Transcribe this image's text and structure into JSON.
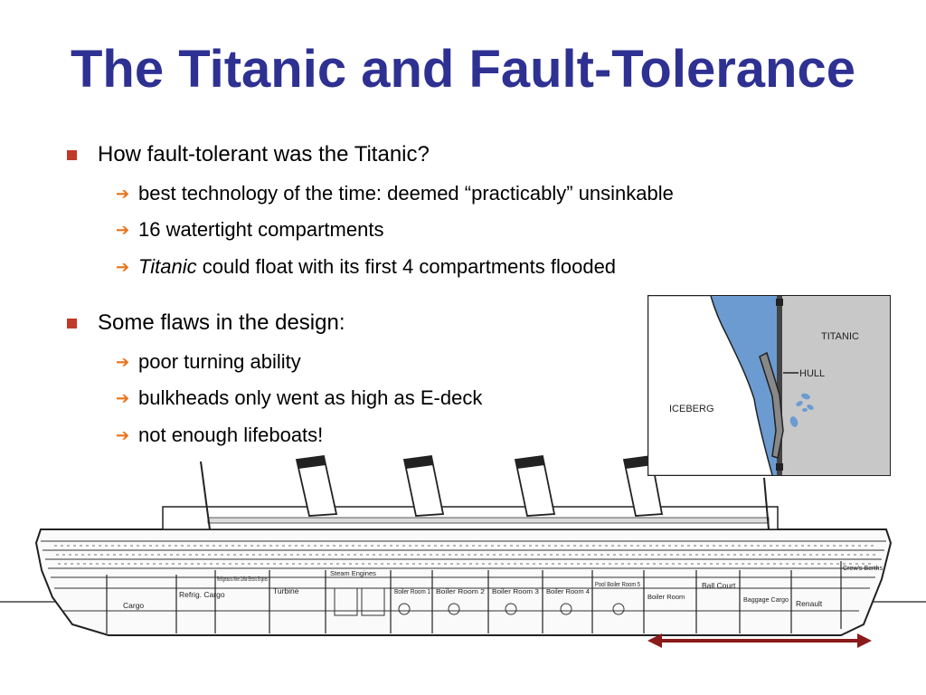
{
  "slide": {
    "title": "The Titanic and Fault-Tolerance",
    "bullets": [
      {
        "text": "How fault-tolerant was the Titanic?",
        "subs": [
          {
            "text": "best technology of the time: deemed “practicably” unsinkable"
          },
          {
            "text": "16 watertight compartments"
          },
          {
            "italic": "Titanic",
            "rest": " could float with its first 4 compartments flooded"
          }
        ]
      },
      {
        "text": "Some flaws in the design:",
        "subs": [
          {
            "text": "poor turning ability"
          },
          {
            "text": "bulkheads only went as high as E-deck"
          },
          {
            "text": "not enough lifeboats!"
          }
        ]
      }
    ]
  },
  "inset": {
    "titanic_label": "TITANIC",
    "hull_label": "HULL",
    "iceberg_label": "ICEBERG"
  },
  "ship": {
    "compartments": [
      "Cargo",
      "Refrig. Cargo",
      "Refrigerators Wine Cellar Electric Engines",
      "Turbine",
      "Steam Engines",
      "Boiler Room 1",
      "Boiler Room 2",
      "Boiler Room 3",
      "Boiler Room 4",
      "Pool Boiler Room 5",
      "Boiler Room",
      "Ball Court",
      "Baggage Cargo",
      "Renault",
      "Crew's Berths"
    ]
  },
  "colors": {
    "title": "#2e3192",
    "bullet_square": "#c0392b",
    "sub_arrow": "#e8731a",
    "water": "#6b9bd1",
    "ship_interior": "#c8c8c8",
    "span_arrow": "#8b1a1a"
  }
}
